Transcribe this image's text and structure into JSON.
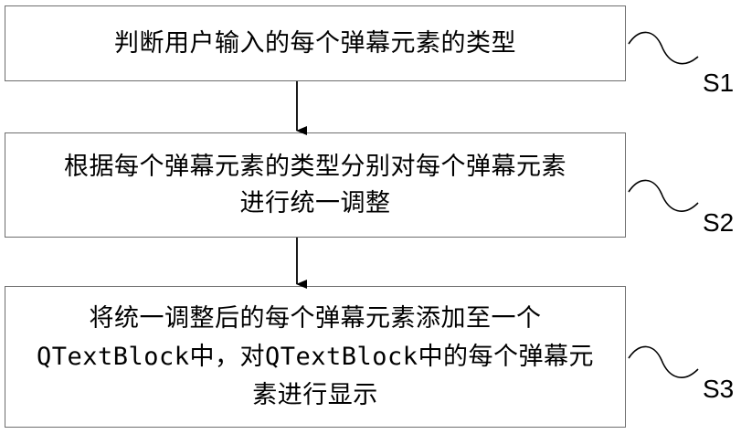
{
  "steps": [
    {
      "id": "S1",
      "text": "判断用户输入的每个弹幕元素的类型"
    },
    {
      "id": "S2",
      "line1": "根据每个弹幕元素的类型分别对每个弹幕元素",
      "line2": "进行统一调整"
    },
    {
      "id": "S3",
      "line1": "将统一调整后的每个弹幕元素添加至一个",
      "line2_part1": "QTextBlock",
      "line2_part2": "中，对",
      "line2_part3": "QTextBlock",
      "line2_part4": "中的每个弹幕元",
      "line3": "素进行显示"
    }
  ],
  "colors": {
    "border": "#6e6e6e",
    "arrow": "#000000",
    "text": "#000000"
  },
  "icons": [
    "arrow-down-icon",
    "wave-connector-icon"
  ]
}
